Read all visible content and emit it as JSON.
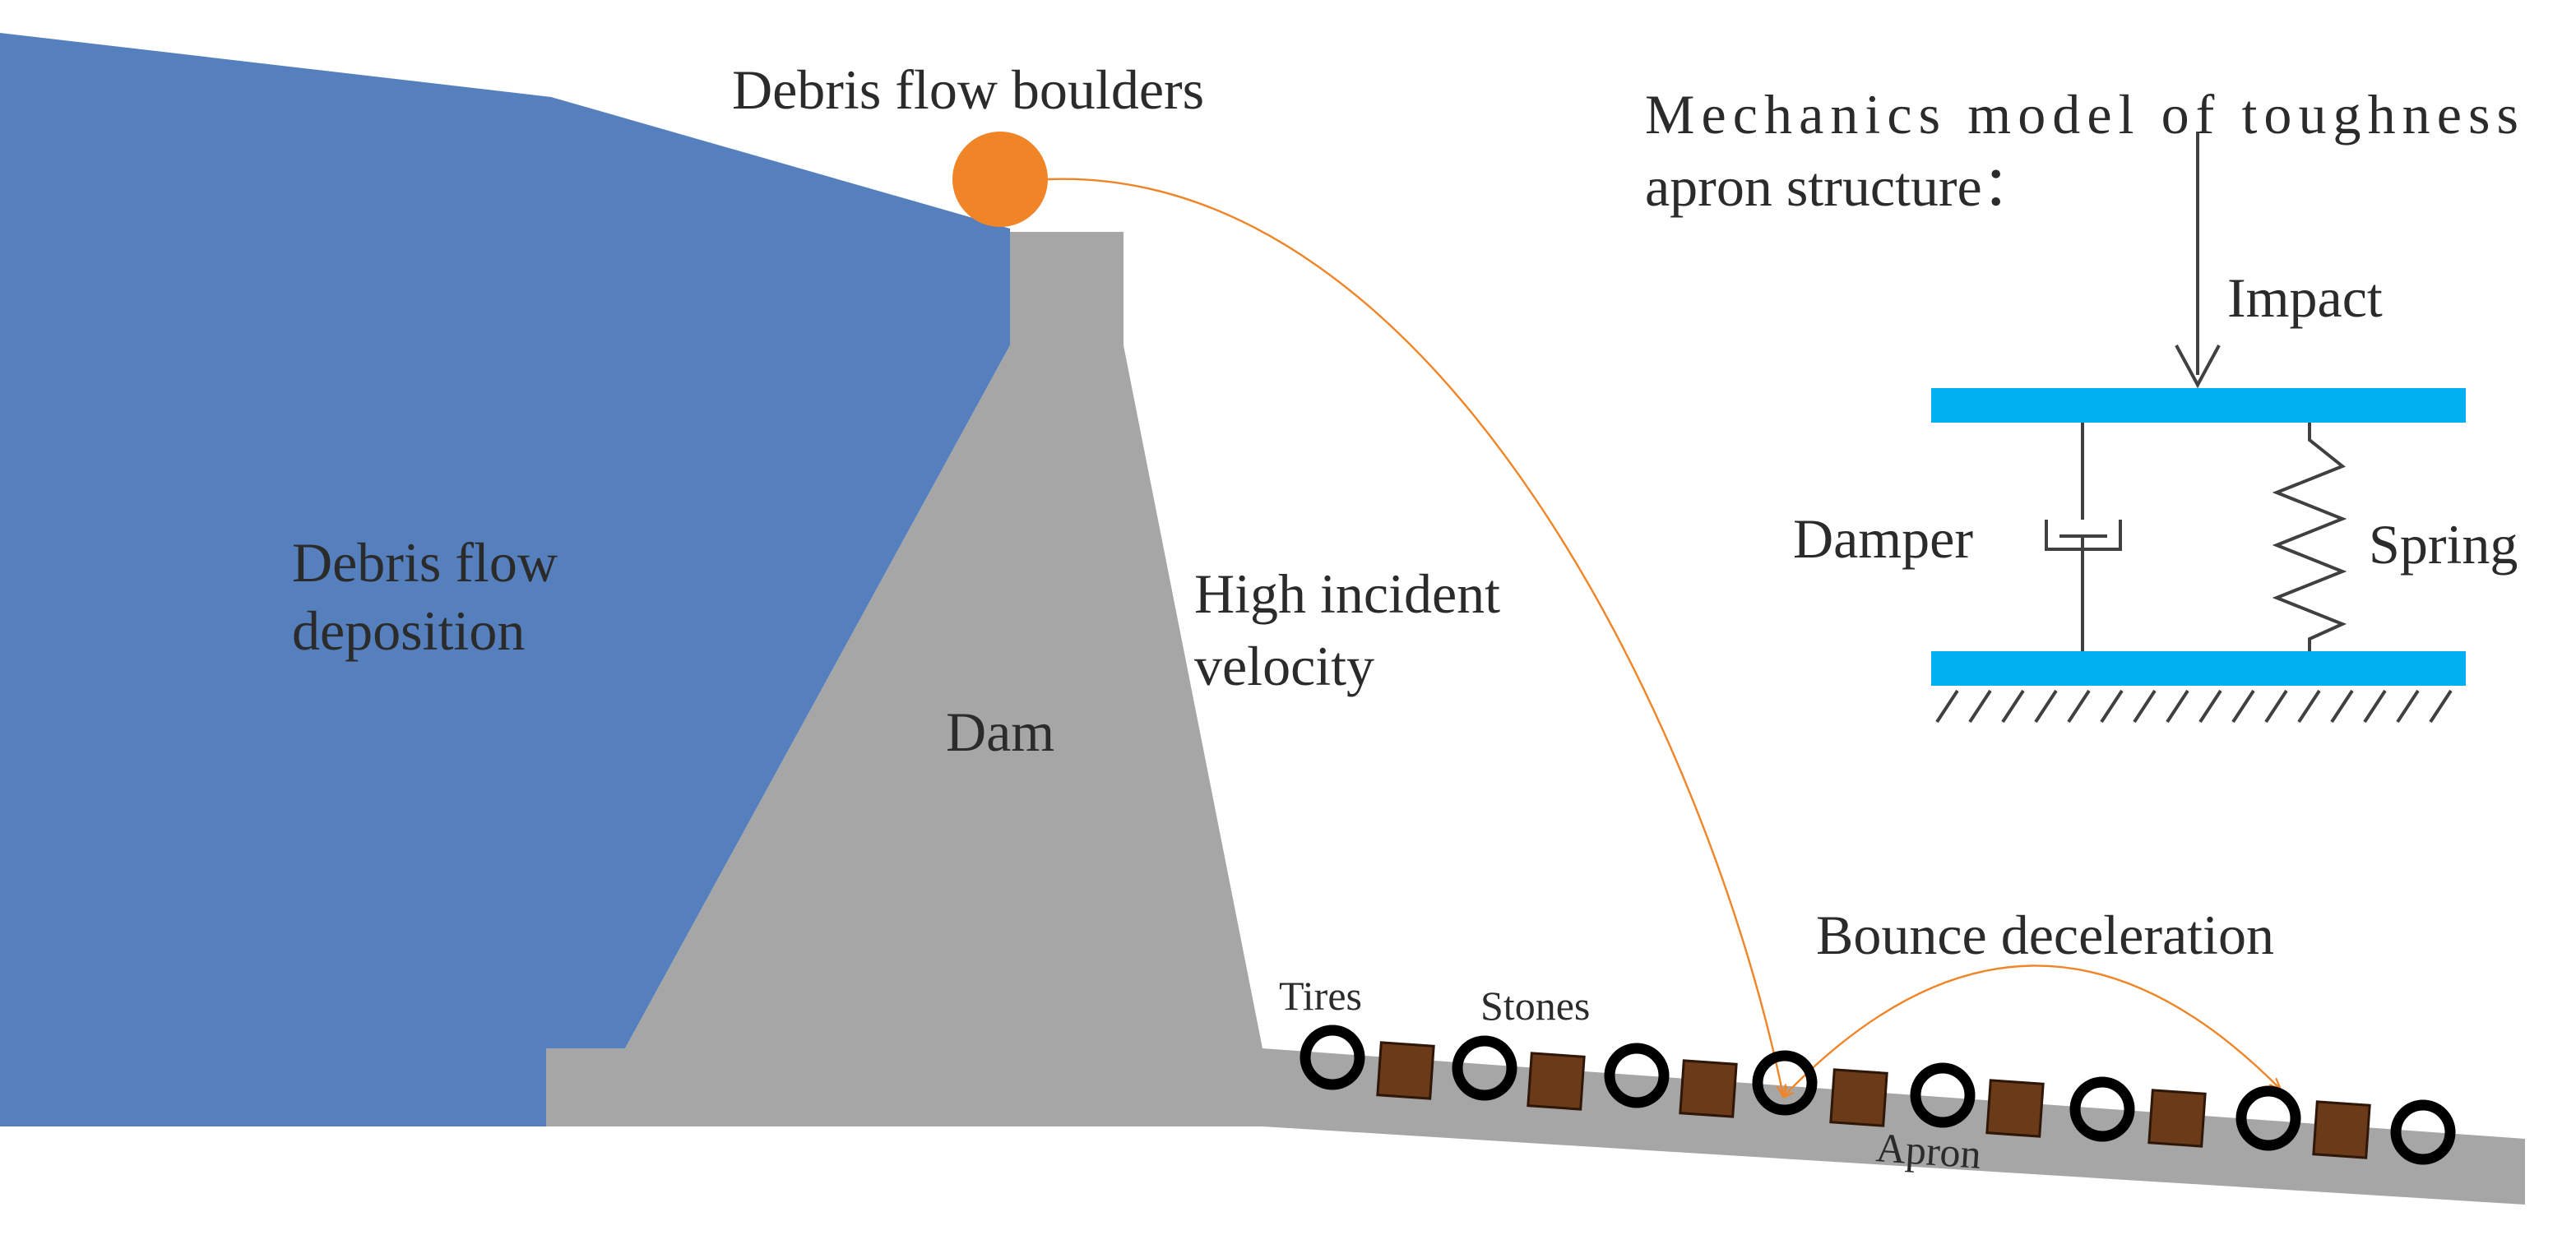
{
  "labels": {
    "boulders": "Debris flow boulders",
    "deposition_line1": "Debris flow",
    "deposition_line2": "deposition",
    "dam": "Dam",
    "velocity_line1": "High incident",
    "velocity_line2": "velocity",
    "model_line1": "Mechanics model of toughness",
    "model_line2": "apron structure：",
    "impact": "Impact",
    "damper": "Damper",
    "spring": "Spring",
    "bounce": "Bounce deceleration",
    "tires": "Tires",
    "stones": "Stones",
    "apron": "Apron"
  },
  "colors": {
    "deposition": "#5580bd",
    "dam": "#a6a6a6",
    "boulder": "#f08528",
    "trajectory": "#f08528",
    "plate": "#00b0f0",
    "stone": "#6b3a19",
    "tire": "#000000",
    "apron": "#a6a6a6",
    "mechanics_line": "#404040"
  },
  "icons": {
    "boulder": "orange-circle",
    "tire": "black-ring",
    "stone": "brown-square"
  }
}
